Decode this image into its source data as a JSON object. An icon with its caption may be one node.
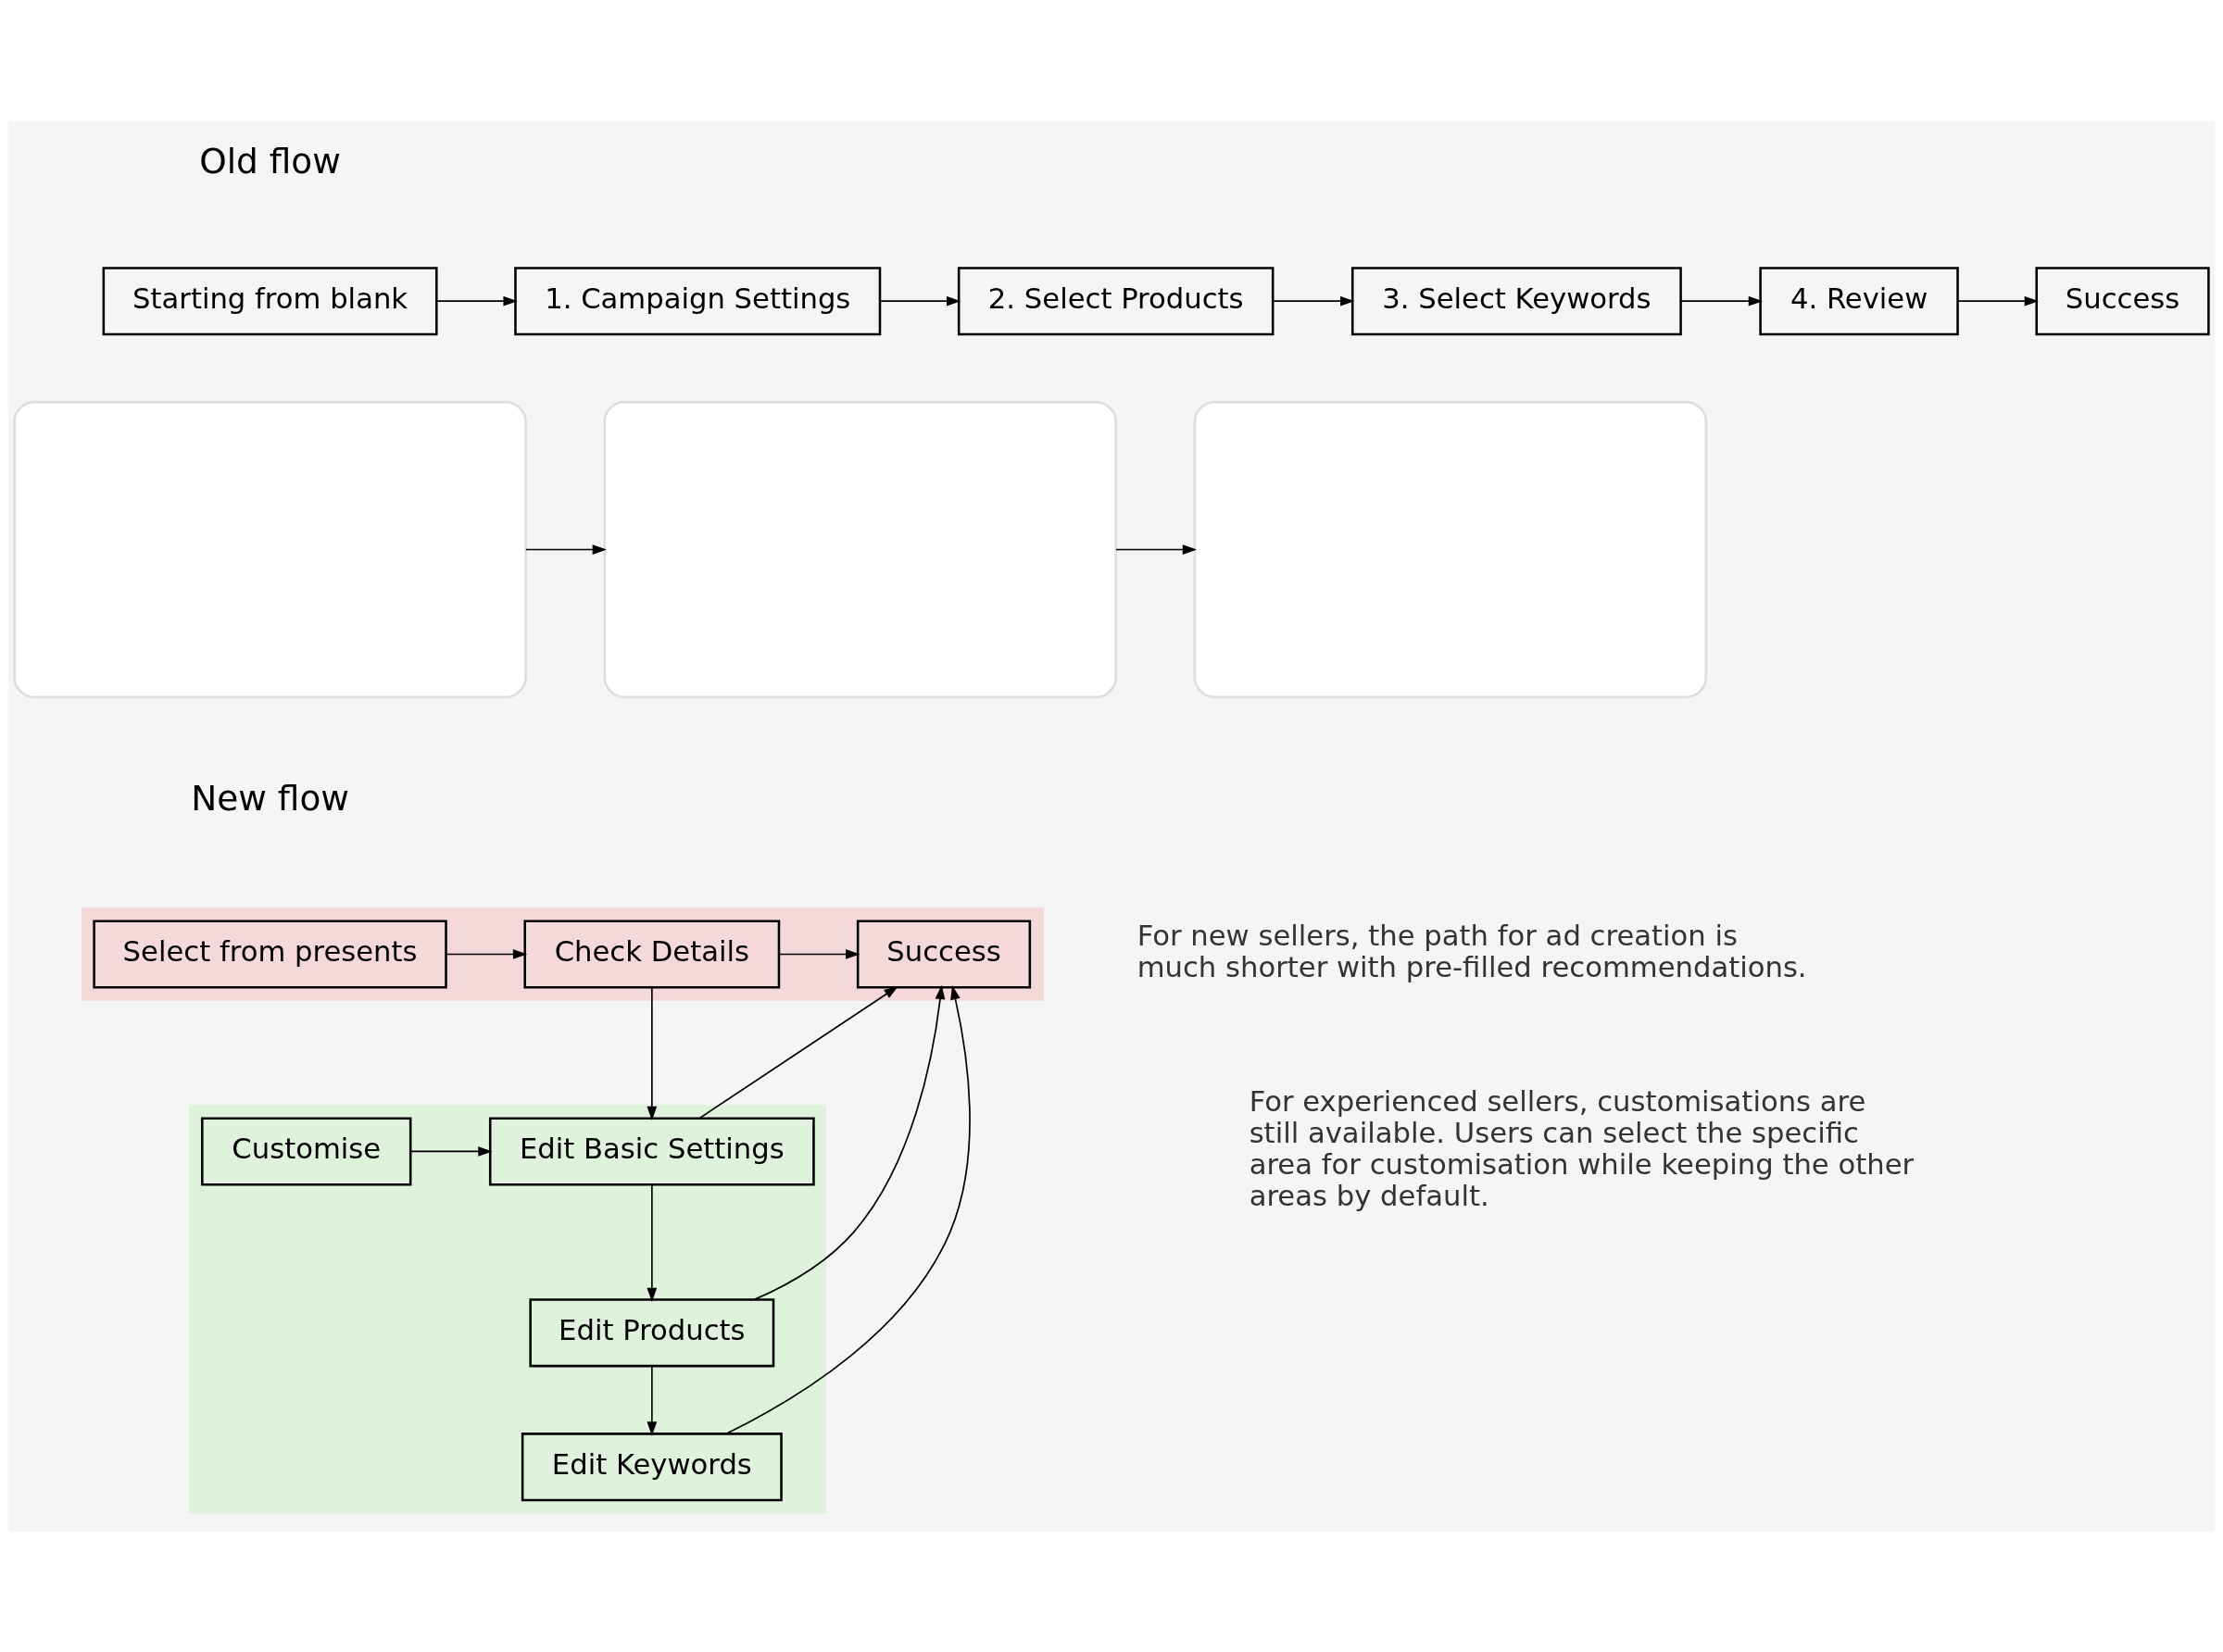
{
  "diagram": {
    "nodes": [
      {
        "text": [
          "Starting from blank"
        ]
      },
      {
        "text": [
          "1. Campaign Settings"
        ]
      },
      {
        "text": [
          "2. Select Products"
        ]
      },
      {
        "text": [
          "3. Select Keywords"
        ]
      },
      {
        "text": [
          "4. Review"
        ]
      },
      {
        "text": [
          "Success"
        ]
      },
      {
        "text": [],
        "shape": "box"
      },
      {
        "text": [],
        "shape": "box"
      },
      {
        "text": [],
        "shape": "box"
      },
      {
        "text": [],
        "shape": "box"
      },
      {
        "text": [
          "Select from presents"
        ],
        "in": 9
      },
      {
        "text": [
          "Check Details"
        ],
        "in": 9
      },
      {
        "text": [
          "Success"
        ],
        "in": 9
      },
      {
        "text": [],
        "shape": "box"
      },
      {
        "text": [
          "Customise"
        ],
        "in": 13
      },
      {
        "text": [
          "Edit Basic Settings"
        ],
        "in": 13
      },
      {
        "text": [
          "Edit Products"
        ],
        "in": 13
      },
      {
        "text": [
          "Edit Keywords"
        ],
        "in": 13
      }
    ],
    "edges": [
      {
        "from": 0,
        "to": 1,
        "arrow": "to"
      },
      {
        "from": 1,
        "to": 2,
        "arrow": "to"
      },
      {
        "from": 2,
        "to": 3,
        "arrow": "to"
      },
      {
        "from": 3,
        "to": 4,
        "arrow": "to"
      },
      {
        "from": 4,
        "to": 5,
        "arrow": "to"
      },
      {
        "from": 6,
        "to": 7,
        "arrow": "to"
      },
      {
        "from": 7,
        "to": 8,
        "arrow": "to"
      },
      {
        "from": 10,
        "to": 11,
        "arrow": "to"
      },
      {
        "from": 11,
        "to": 12,
        "arrow": "to"
      },
      {
        "from": 11,
        "to": 15,
        "arrow": "to"
      },
      {
        "from": 14,
        "to": 15,
        "arrow": "to"
      },
      {
        "from": 15,
        "to": 16,
        "arrow": "to"
      },
      {
        "from": 16,
        "to": 17,
        "arrow": "to"
      },
      {
        "from": 15,
        "to": 12,
        "arrow": "to"
      },
      {
        "from": 16,
        "to": 12,
        "arrow": "to"
      },
      {
        "from": 17,
        "to": 12,
        "arrow": "to"
      }
    ],
    "labels": [
      "Old flow",
      "New flow",
      "For new sellers, the path for ad creation is much shorter with pre-filled recommendations.",
      "For experienced sellers, customisations are still available. Users can select the specific area for customisation while keeping the other areas by default."
    ]
  }
}
